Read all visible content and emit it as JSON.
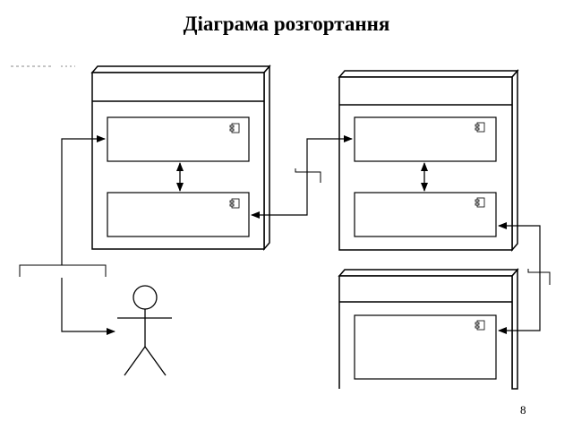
{
  "slide": {
    "title": "Діаграма розгортання",
    "page_number": "8"
  },
  "diagram": {
    "nodes": [
      {
        "id": "node-1",
        "name": "",
        "components": [
          "",
          ""
        ]
      },
      {
        "id": "node-2",
        "name": "",
        "components": [
          "",
          ""
        ]
      },
      {
        "id": "node-3",
        "name": "",
        "components": [
          ""
        ]
      }
    ],
    "actors": [
      {
        "id": "user",
        "name": ""
      }
    ],
    "icons": [
      "component-icon",
      "stick-figure-actor-icon",
      "arrow-head-icon"
    ]
  }
}
